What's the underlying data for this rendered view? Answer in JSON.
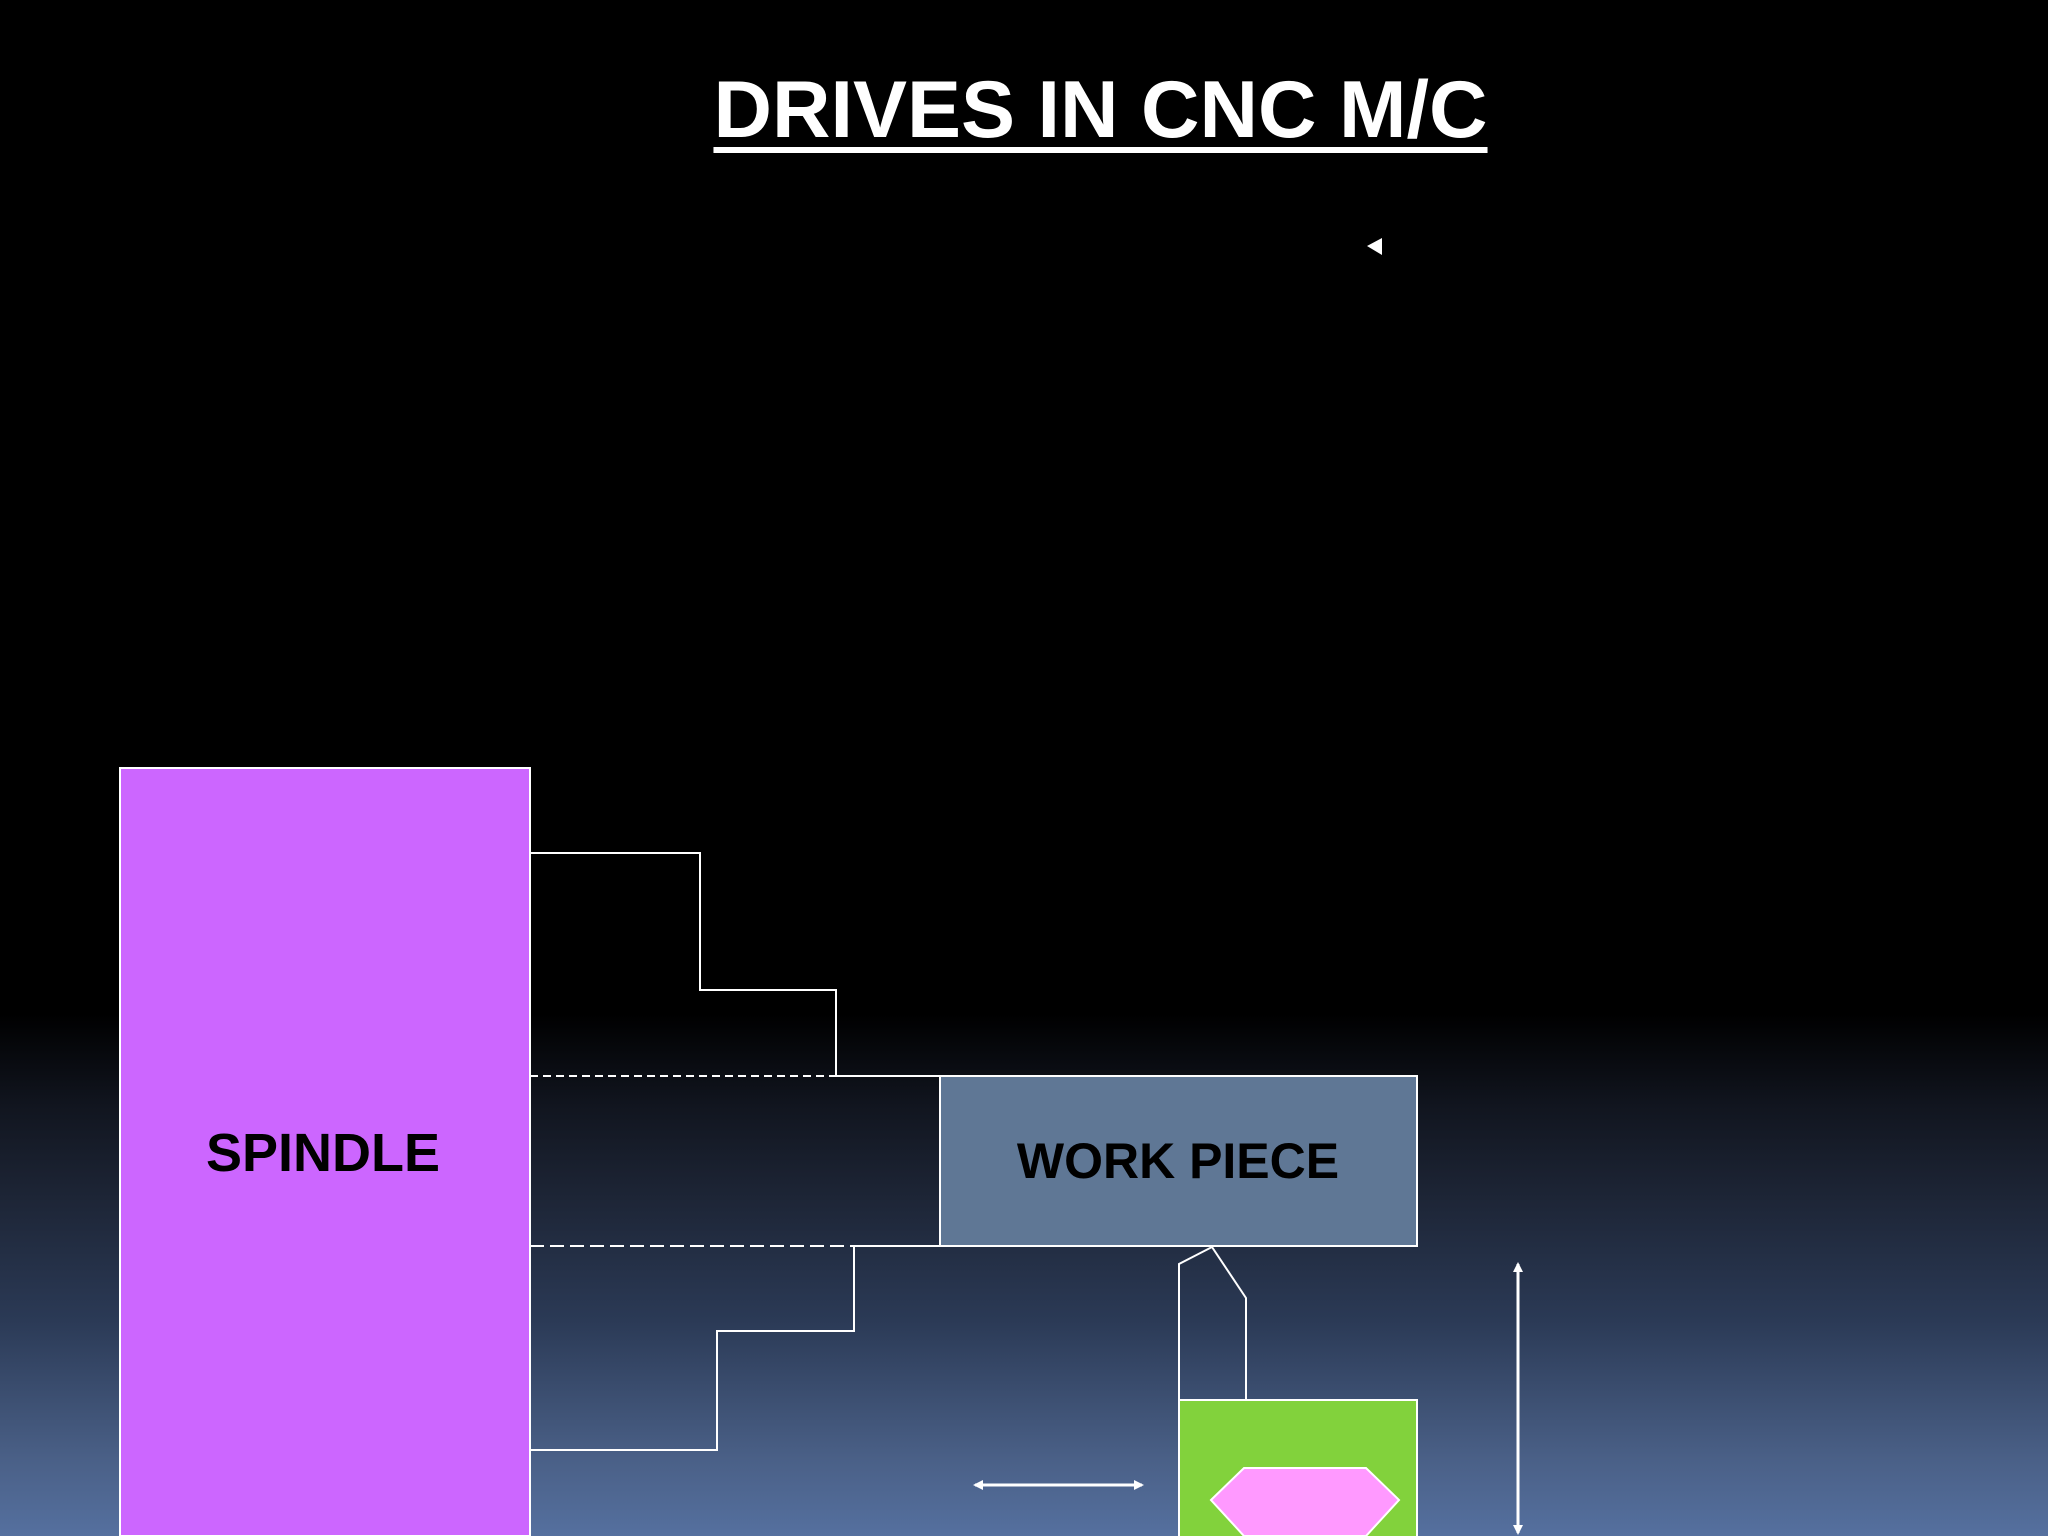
{
  "slide": {
    "title": "DRIVES IN CNC M/C"
  },
  "diagram": {
    "spindle_label": "SPINDLE",
    "workpiece_label": "WORK PIECE"
  },
  "colors": {
    "spindle": "#cc66ff",
    "workpiece": "#5f7795",
    "tool_post": "#82d23c",
    "tool_insert": "#ff99ff",
    "lines": "#ffffff"
  }
}
